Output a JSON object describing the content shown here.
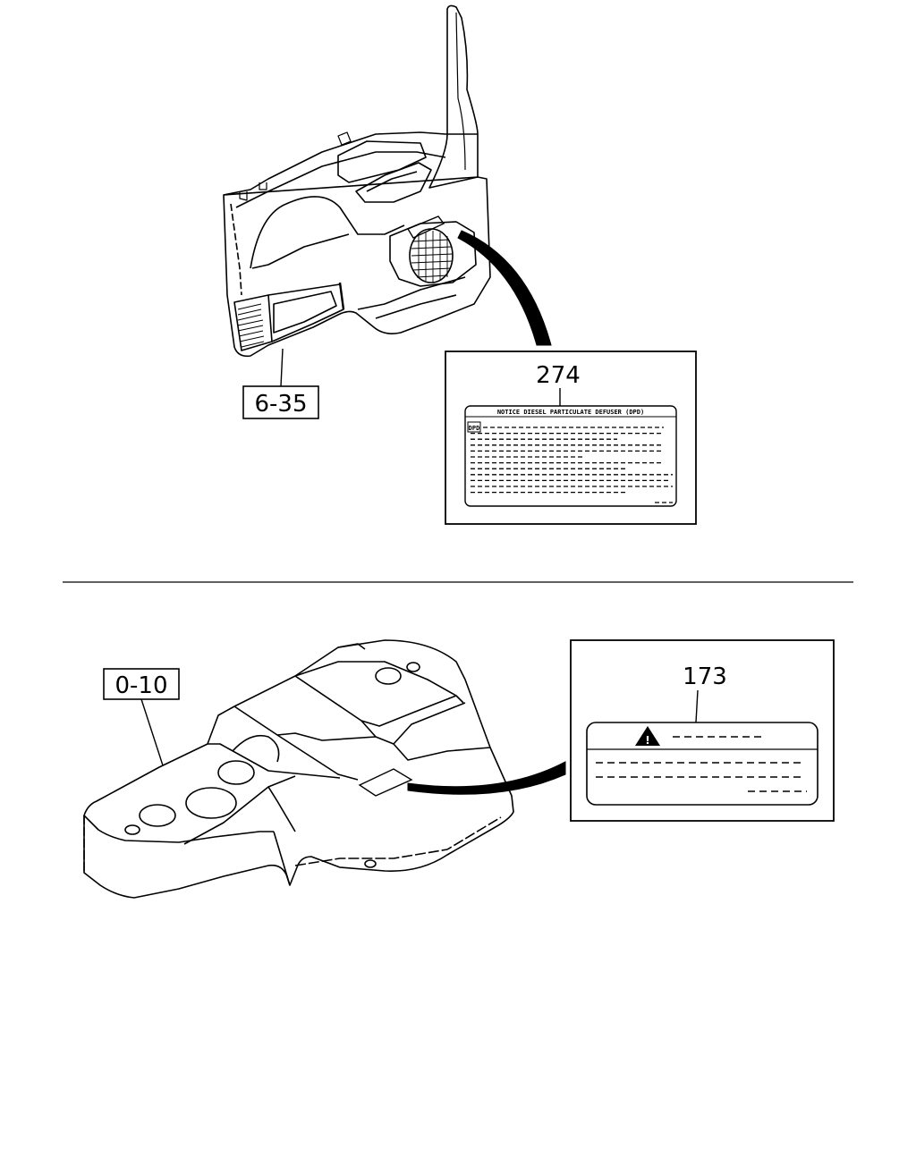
{
  "upper_view": {
    "reference_label": "6-35",
    "part_number": "274",
    "label_title": "NOTICE DIESEL PARTICULATE DEFUSER (DPD)",
    "label_tag": "DPD"
  },
  "lower_view": {
    "reference_label": "0-10",
    "part_number": "173",
    "warning_symbol": "!"
  }
}
